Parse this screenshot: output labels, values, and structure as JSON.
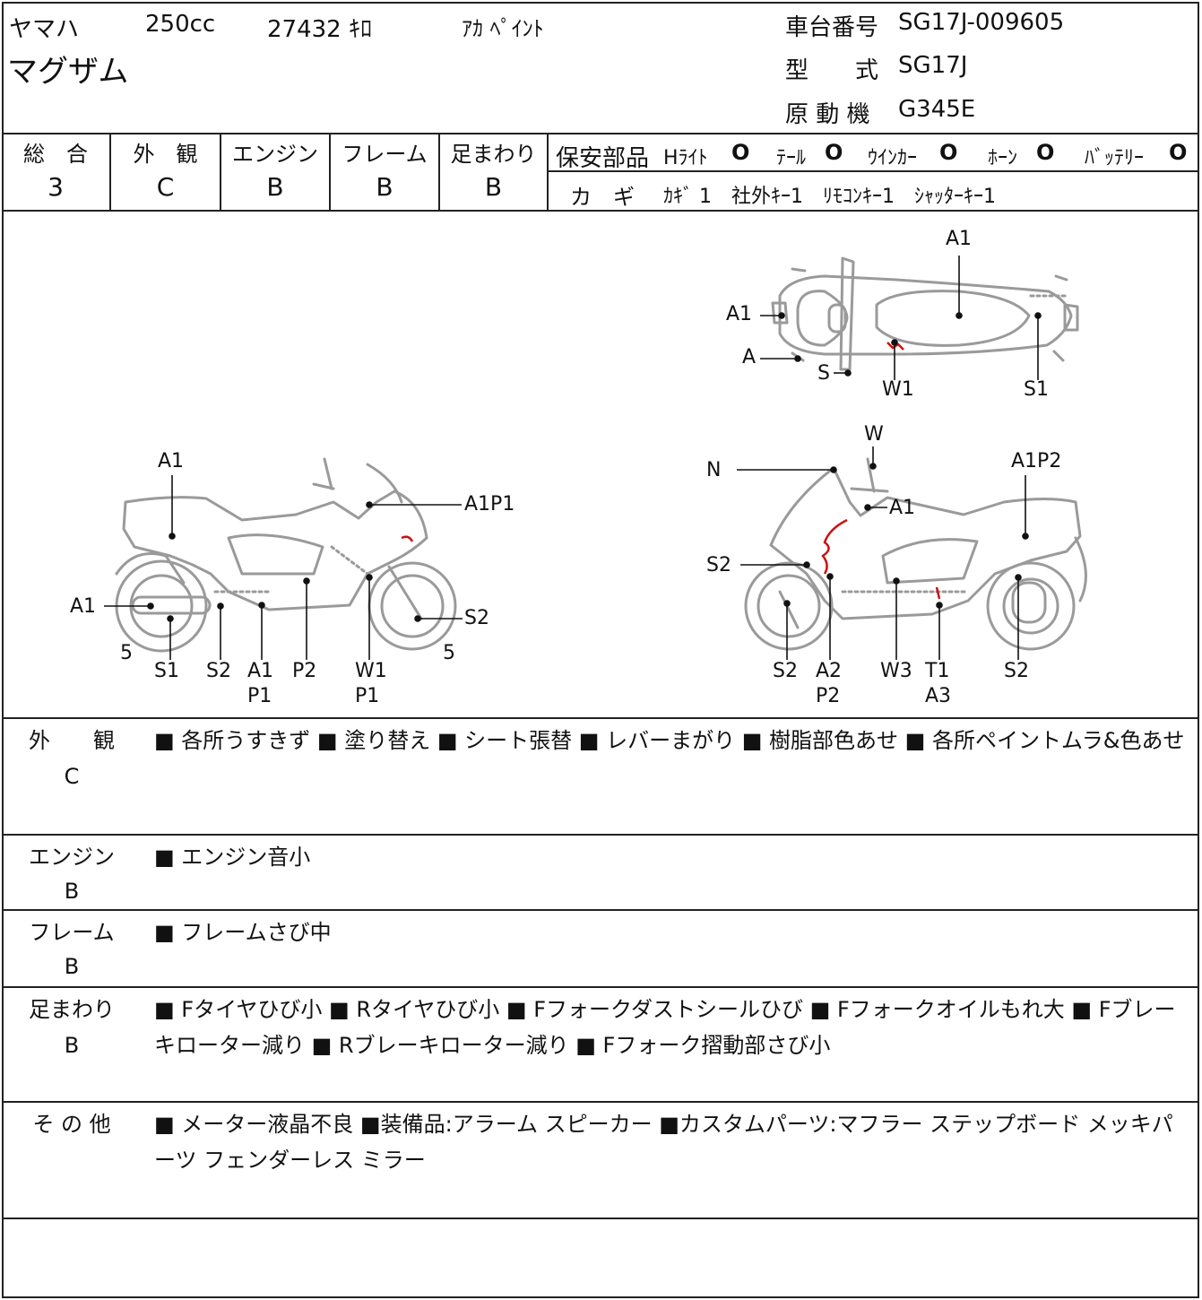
{
  "header": {
    "maker": "ヤマハ",
    "displacement": "250cc",
    "mileage": "27432 ｷﾛ",
    "color": "ｱｶ ﾍﾟｲﾝﾄ",
    "model_name": "マグザム",
    "frame_label": "車台番号",
    "frame_value": "SG17J-009605",
    "type_label": "型　　式",
    "type_value": "SG17J",
    "engine_label": "原 動 機",
    "engine_value": "G345E"
  },
  "grades": [
    {
      "label": "総　合",
      "value": "3"
    },
    {
      "label": "外　観",
      "value": "C"
    },
    {
      "label": "エンジン",
      "value": "B"
    },
    {
      "label": "フレーム",
      "value": "B"
    },
    {
      "label": "足まわり",
      "value": "B"
    }
  ],
  "safety": {
    "title": "保安部品",
    "items": [
      {
        "label": "Hﾗｲﾄ",
        "mark": "O"
      },
      {
        "label": "ﾃｰﾙ",
        "mark": "O"
      },
      {
        "label": "ｳｲﾝｶｰ",
        "mark": "O"
      },
      {
        "label": "ﾎｰﾝ",
        "mark": "O"
      },
      {
        "label": "ﾊﾞｯﾃﾘｰ",
        "mark": "O"
      }
    ],
    "keys_label": "カ　ギ",
    "keys_value": "ｶｷﾞ 1　社外ｷｰ1　ﾘﾓｺﾝｷｰ1　ｼｬｯﾀｰｷｰ1"
  },
  "diagram": {
    "top_labels": [
      "A1",
      "A1",
      "A",
      "S",
      "W1",
      "S1"
    ],
    "left_labels": [
      "A1",
      "A1P1",
      "A1",
      "S2",
      "5",
      "S1",
      "S2",
      "A1",
      "P1",
      "P2",
      "W1",
      "P1",
      "5"
    ],
    "right_labels": [
      "W",
      "N",
      "A1P2",
      "A1",
      "S2",
      "S2",
      "A2",
      "P2",
      "W3",
      "T1",
      "A3",
      "S2"
    ]
  },
  "sections": [
    {
      "label1": "外　　観",
      "label2": "C",
      "text": "■ 各所うすきず ■ 塗り替え ■ シート張替 ■ レバーまがり ■ 樹脂部色あせ ■ 各所ペイントムラ&色あせ"
    },
    {
      "label1": "エンジン",
      "label2": "B",
      "text": "■ エンジン音小"
    },
    {
      "label1": "フレーム",
      "label2": "B",
      "text": "■ フレームさび中"
    },
    {
      "label1": "足まわり",
      "label2": "B",
      "text": "■ Fタイヤひび小 ■ Rタイヤひび小 ■ Fフォークダストシールひび ■ Fフォークオイルもれ大 ■ Fブレーキローター減り ■ Rブレーキローター減り ■ Fフォーク摺動部さび小"
    },
    {
      "label1": "そ の 他",
      "label2": "",
      "text": "■ メーター液晶不良 ■装備品:アラーム スピーカー ■カスタムパーツ:マフラー ステップボード メッキパーツ フェンダーレス ミラー"
    }
  ],
  "colors": {
    "line": "#222222",
    "sketch": "#9a9a9a",
    "damage": "#cc1111"
  }
}
